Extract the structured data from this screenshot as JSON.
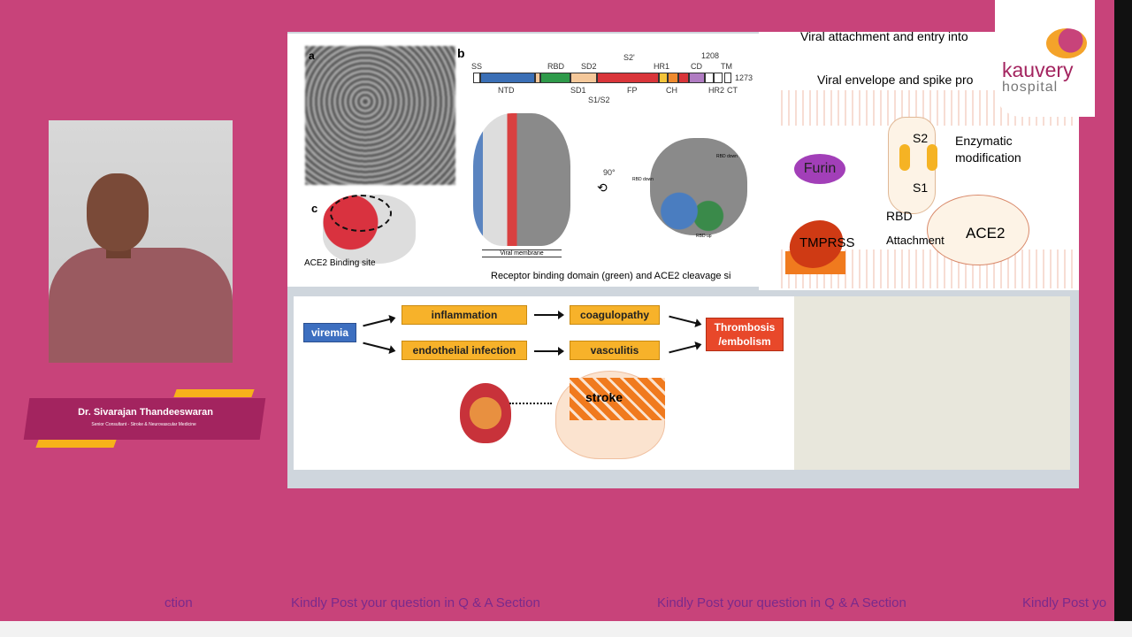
{
  "presenter": {
    "name": "Dr. Sivarajan Thandeeswaran",
    "role": "Senior Consultant - Stroke & Neurovascular Medicine"
  },
  "logo": {
    "brand": "kauvery",
    "sub": "hospital"
  },
  "slide": {
    "panel_a_label": "a",
    "panel_b_label": "b",
    "panel_c_label": "c",
    "domain_labels": {
      "ss": "SS",
      "rbd": "RBD",
      "sd2": "SD2",
      "s2p": "S2'",
      "hr1": "HR1",
      "cd": "CD",
      "n1208": "1208",
      "tm": "TM",
      "n1273": "1273",
      "ntd": "NTD",
      "sd1": "SD1",
      "s1s2": "S1/S2",
      "fp": "FP",
      "ch": "CH",
      "hr2": "HR2",
      "ct": "CT"
    },
    "ace2_binding": "ACE2 Binding site",
    "viral_membrane": "Viral membrane",
    "rotation": "90°",
    "rbd_down1": "RBD down",
    "rbd_down2": "RBD down",
    "rbd_up": "RBD up",
    "caption": "Receptor binding domain (green) and ACE2 cleavage si",
    "right_title": "Viral attachment and entry into",
    "right_subtitle": "Viral envelope and spike pro",
    "s2": "S2",
    "s1": "S1",
    "furin": "Furin",
    "enzymatic": "Enzymatic\nmodification",
    "rbd": "RBD",
    "tmprss": "TMPRSS",
    "attachment": "Attachment",
    "ace2": "ACE2",
    "flow": {
      "viremia": "viremia",
      "inflammation": "inflammation",
      "coagulopathy": "coagulopathy",
      "endothelial": "endothelial infection",
      "vasculitis": "vasculitis",
      "thrombosis": "Thrombosis\n/embolism",
      "stroke": "stroke"
    }
  },
  "ticker": [
    "ction",
    "Kindly Post your question in Q & A Section",
    "Kindly Post your question in Q & A Section",
    "Kindly Post yo"
  ]
}
